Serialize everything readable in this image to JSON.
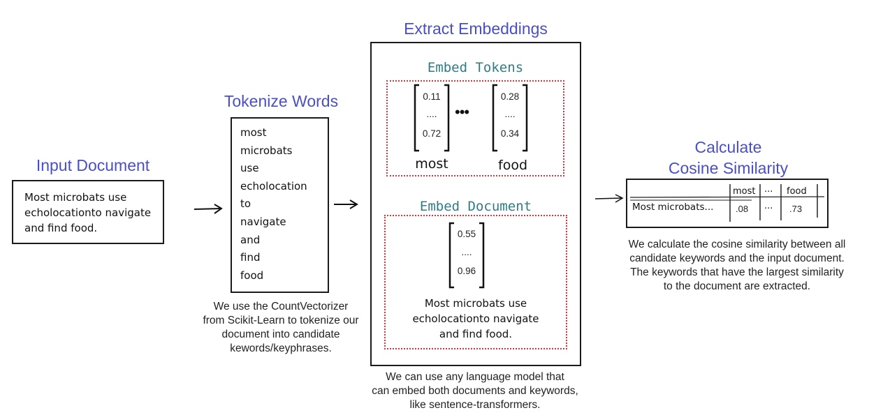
{
  "input_document": {
    "title": "Input Document",
    "text_lines": [
      "Most microbats use",
      "echolocationto navigate",
      "and find food."
    ]
  },
  "tokenize": {
    "title": "Tokenize Words",
    "tokens": [
      "most",
      "microbats",
      "use",
      "echolocation",
      "to",
      "navigate",
      "and",
      "find",
      "food"
    ],
    "description_lines": [
      "We use the CountVectorizer",
      "from Scikit-Learn to tokenize our",
      "document into candidate",
      "kewords/keyphrases."
    ]
  },
  "extract": {
    "title": "Extract Embeddings",
    "embed_tokens": {
      "title": "Embed Tokens",
      "vectors": [
        {
          "top": "0.11",
          "mid": "....",
          "bottom": "0.72",
          "label": "most"
        },
        {
          "top": "0.28",
          "mid": "....",
          "bottom": "0.34",
          "label": "food"
        }
      ],
      "ellipsis": "•••"
    },
    "embed_document": {
      "title": "Embed Document",
      "vector": {
        "top": "0.55",
        "mid": "....",
        "bottom": "0.96"
      },
      "text_lines": [
        "Most microbats use",
        "echolocationto navigate",
        "and find food."
      ]
    },
    "description_lines": [
      "We can use any language model that",
      "can embed both documents and keywords,",
      "like sentence-transformers."
    ]
  },
  "cosine": {
    "title_lines": [
      "Calculate",
      "Cosine Similarity"
    ],
    "table": {
      "headers": [
        "",
        "most",
        "...",
        "food"
      ],
      "row": [
        "Most microbats...",
        ".08",
        "...",
        ".73"
      ]
    },
    "description_lines": [
      "We calculate the cosine similarity between all",
      "candidate keywords and the input document.",
      "The keywords that have the largest similarity",
      "to the document are extracted."
    ]
  }
}
